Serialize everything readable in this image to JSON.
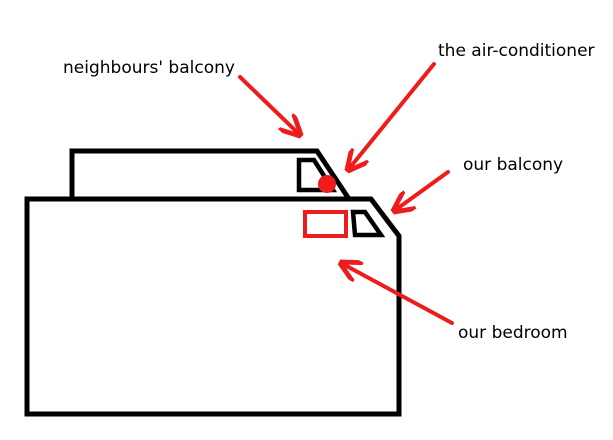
{
  "colors": {
    "outline": "#000000",
    "annotation": "#ee1c1c",
    "background": "#ffffff"
  },
  "labels": {
    "neighbours_balcony": "neighbours' balcony",
    "air_conditioner": "the air-conditioner",
    "our_balcony": "our balcony",
    "our_bedroom": "our bedroom"
  }
}
